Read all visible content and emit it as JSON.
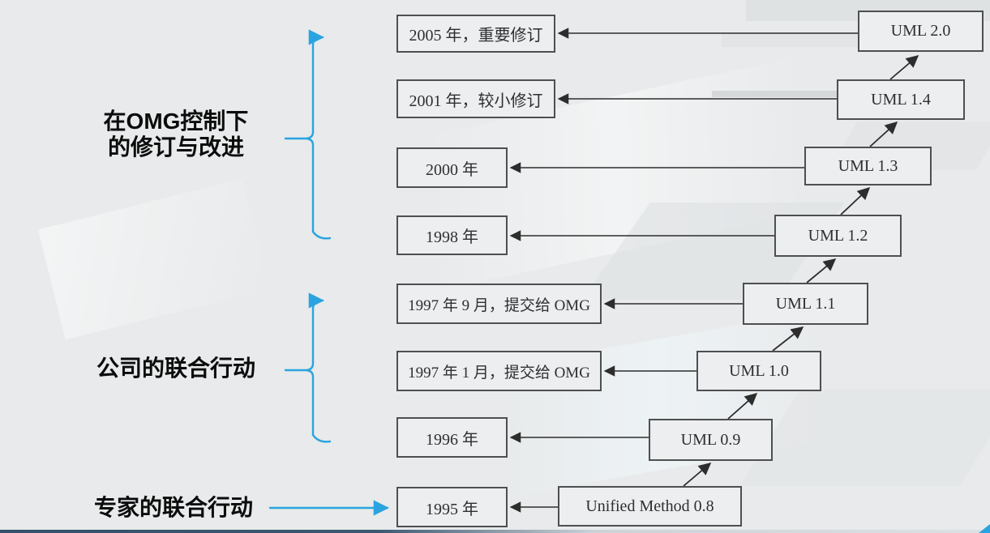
{
  "diagram": {
    "groups": [
      {
        "label_line1": "在OMG控制下",
        "label_line2": "的修订与改进"
      },
      {
        "label": "公司的联合行动"
      },
      {
        "label": "专家的联合行动"
      }
    ],
    "rows": [
      {
        "year_label": "2005 年，重要修订",
        "version_label": "UML 2.0"
      },
      {
        "year_label": "2001 年，较小修订",
        "version_label": "UML 1.4"
      },
      {
        "year_label": "2000 年",
        "version_label": "UML 1.3"
      },
      {
        "year_label": "1998 年",
        "version_label": "UML 1.2"
      },
      {
        "year_label": "1997 年 9 月，提交给 OMG",
        "version_label": "UML 1.1"
      },
      {
        "year_label": "1997 年 1 月，提交给 OMG",
        "version_label": "UML 1.0"
      },
      {
        "year_label": "1996 年",
        "version_label": "UML 0.9"
      },
      {
        "year_label": "1995 年",
        "version_label": "Unified Method 0.8"
      }
    ]
  },
  "colors": {
    "accent_blue": "#2aa4e0",
    "arrow_dark": "#2d2d2d",
    "box_border": "#4d4f50",
    "box_fill": "#eceeef",
    "background": "#e8eaeb",
    "bottom_bar_navy": "#35506a"
  }
}
